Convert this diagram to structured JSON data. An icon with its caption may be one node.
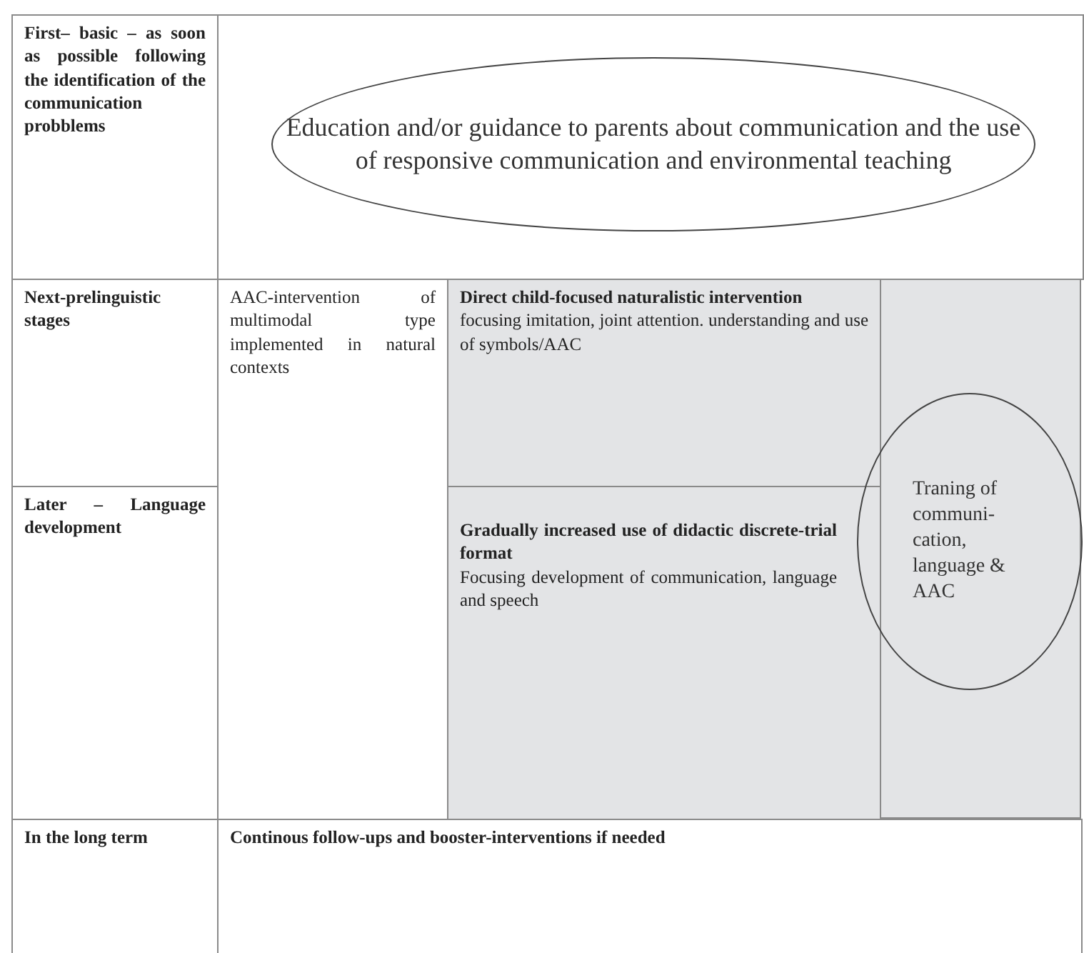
{
  "diagram": {
    "nodes": [
      {
        "text": [
          "First– basic – as soon as possible following the identification of the communication probblems"
        ]
      },
      {
        "text": [
          "Education and/or guidance to parents about communication and the use of responsive communication and environmental teaching"
        ]
      },
      {
        "text": [
          "Next-prelinguistic stages"
        ]
      },
      {
        "text": [
          "AAC-intervention of multimodal type implemented in natural contexts"
        ]
      },
      {
        "text": [
          "Direct child-focused naturalistic intervention",
          "focusing imitation, joint attention. understanding and use of symbols/AAC"
        ]
      },
      {
        "text": [
          "Later – Language development"
        ]
      },
      {
        "text": [
          "Gradually increased use of didactic discrete-trial format",
          "Focusing development of communication, language and speech"
        ]
      },
      {
        "text": [
          "Traning of communi-cation, language & AAC"
        ]
      },
      {
        "text": [
          "In the long term"
        ]
      },
      {
        "text": [
          "Continous follow-ups and booster-interventions if needed"
        ]
      }
    ],
    "edges": []
  }
}
